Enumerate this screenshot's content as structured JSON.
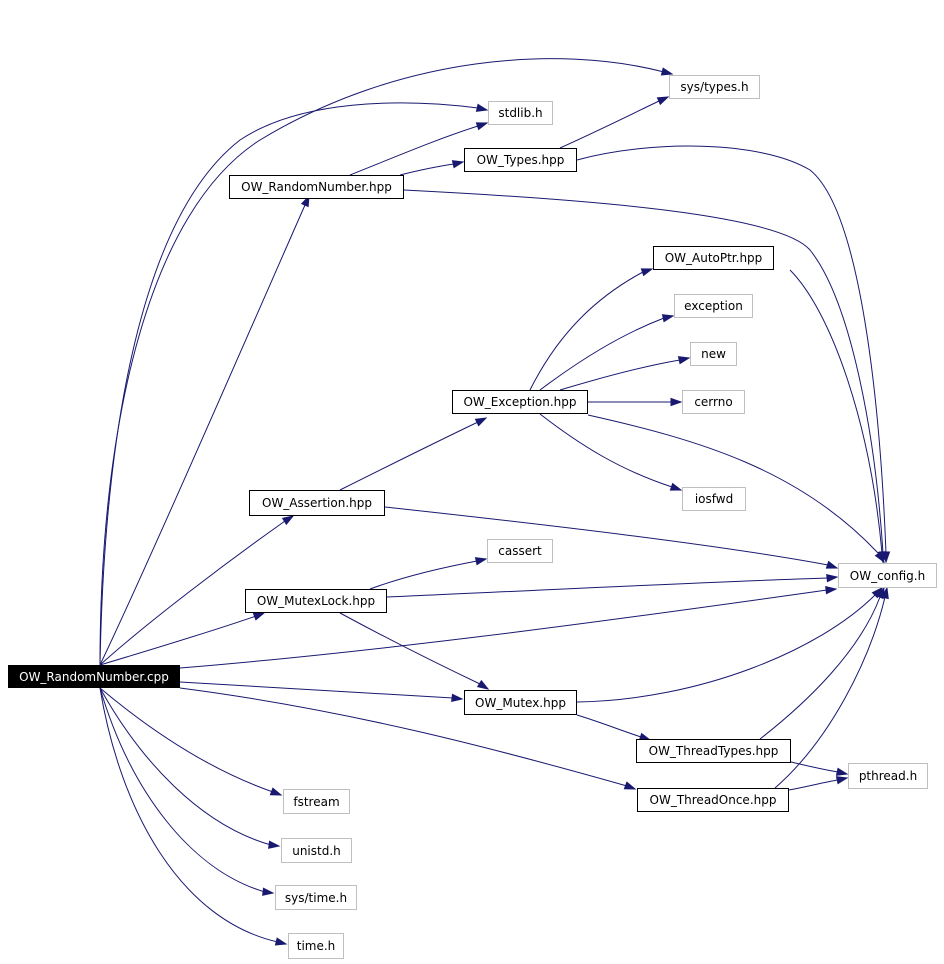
{
  "colors": {
    "edge": "#191970",
    "documented_border": "#000000",
    "external_border": "#bfbfbf",
    "root_fill": "#000000"
  },
  "nodes": {
    "root": "OW_RandomNumber.cpp",
    "sys_types": "sys/types.h",
    "stdlib": "stdlib.h",
    "ow_types": "OW_Types.hpp",
    "ow_randomnumber_hpp": "OW_RandomNumber.hpp",
    "ow_autoptr": "OW_AutoPtr.hpp",
    "exception": "exception",
    "new": "new",
    "ow_exception": "OW_Exception.hpp",
    "cerrno": "cerrno",
    "iosfwd": "iosfwd",
    "ow_assertion": "OW_Assertion.hpp",
    "cassert": "cassert",
    "ow_config": "OW_config.h",
    "ow_mutexlock": "OW_MutexLock.hpp",
    "ow_mutex": "OW_Mutex.hpp",
    "ow_threadtypes": "OW_ThreadTypes.hpp",
    "pthread": "pthread.h",
    "ow_threadonce": "OW_ThreadOnce.hpp",
    "fstream": "fstream",
    "unistd": "unistd.h",
    "sys_time": "sys/time.h",
    "time": "time.h"
  }
}
